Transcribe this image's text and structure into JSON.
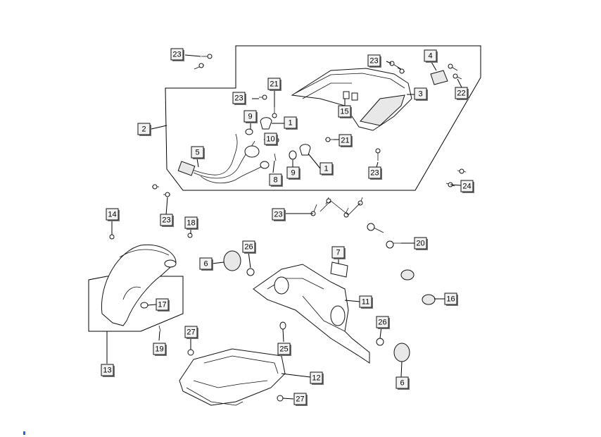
{
  "callouts": {
    "c23_top": "23",
    "c23_a": "23",
    "c23_b": "23",
    "c23_c": "23",
    "c23_d": "23",
    "c23_e": "23",
    "c4": "4",
    "c3": "3",
    "c22": "22",
    "c21_a": "21",
    "c21_b": "21",
    "c15": "15",
    "c2": "2",
    "c9_a": "9",
    "c9_b": "9",
    "c1_a": "1",
    "c1_b": "1",
    "c10": "10",
    "c5": "5",
    "c8": "8",
    "c24": "24",
    "c14": "14",
    "c18": "18",
    "c6_a": "6",
    "c6_b": "6",
    "c26_a": "26",
    "c26_b": "26",
    "c7": "7",
    "c20": "20",
    "c16": "16",
    "c11": "11",
    "c17": "17",
    "c13": "13",
    "c19": "19",
    "c27_a": "27",
    "c27_b": "27",
    "c25": "25",
    "c12": "12"
  },
  "colors": {
    "line": "#000000",
    "label_fill": "#f2f2f2",
    "label_shadow": "#777777"
  }
}
